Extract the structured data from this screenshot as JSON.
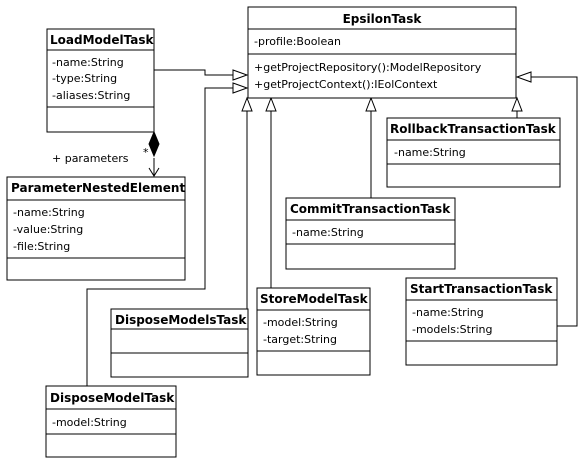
{
  "classes": {
    "epsilon": {
      "name": "EpsilonTask",
      "attributes": [
        "-profile:Boolean"
      ],
      "operations": [
        "+getProjectRepository():ModelRepository",
        "+getProjectContext():IEolContext"
      ]
    },
    "loadModel": {
      "name": "LoadModelTask",
      "attributes": [
        "-name:String",
        "-type:String",
        "-aliases:String"
      ],
      "operations": []
    },
    "parameterNested": {
      "name": "ParameterNestedElement",
      "attributes": [
        "-name:String",
        "-value:String",
        "-file:String"
      ],
      "operations": []
    },
    "rollback": {
      "name": "RollbackTransactionTask",
      "attributes": [
        "-name:String"
      ],
      "operations": []
    },
    "commit": {
      "name": "CommitTransactionTask",
      "attributes": [
        "-name:String"
      ],
      "operations": []
    },
    "startTx": {
      "name": "StartTransactionTask",
      "attributes": [
        "-name:String",
        "-models:String"
      ],
      "operations": []
    },
    "storeModel": {
      "name": "StoreModelTask",
      "attributes": [
        "-model:String",
        "-target:String"
      ],
      "operations": []
    },
    "disposeModels": {
      "name": "DisposeModelsTask",
      "attributes": [],
      "operations": []
    },
    "disposeModel": {
      "name": "DisposeModelTask",
      "attributes": [
        "-model:String"
      ],
      "operations": []
    }
  },
  "association": {
    "role": "+ parameters",
    "multiplicity": "*"
  }
}
